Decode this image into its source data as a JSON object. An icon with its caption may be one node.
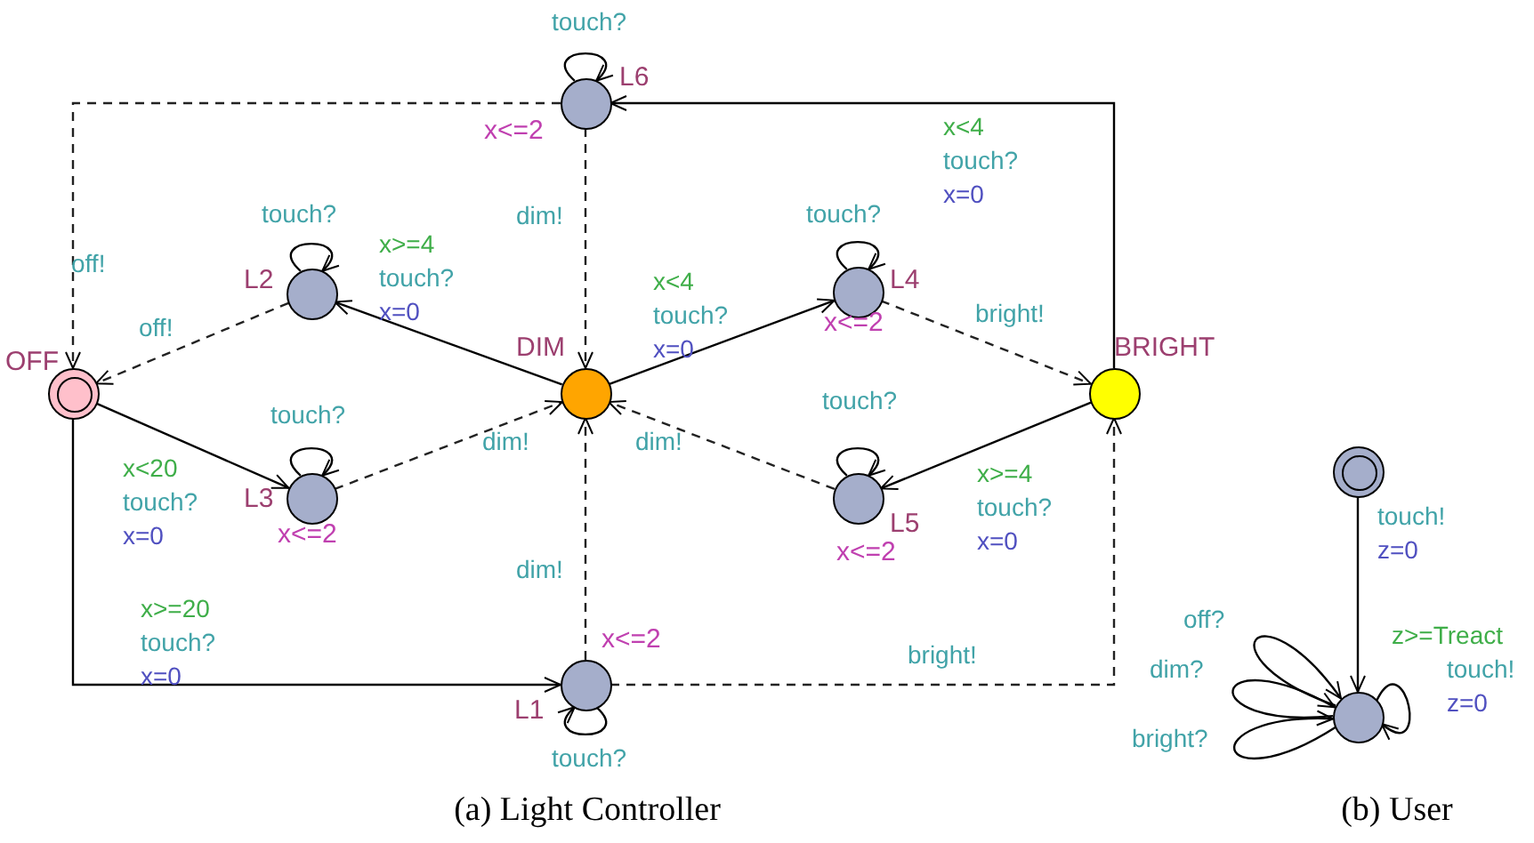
{
  "diagram": {
    "nodes": [
      {
        "text": [],
        "shape": "circle",
        "beside": [
          "L6",
          "x<=2"
        ]
      },
      {
        "text": [],
        "shape": "circle",
        "beside": [
          "L2"
        ]
      },
      {
        "text": [],
        "shape": "circle",
        "beside": [
          "L4",
          "x<=2"
        ]
      },
      {
        "text": [],
        "shape": "circle",
        "beside": [
          "OFF"
        ]
      },
      {
        "text": [],
        "shape": "circle",
        "beside": [
          "DIM"
        ]
      },
      {
        "text": [],
        "shape": "circle",
        "beside": [
          "BRIGHT"
        ]
      },
      {
        "text": [],
        "shape": "circle",
        "beside": [
          "L3",
          "x<=2"
        ]
      },
      {
        "text": [],
        "shape": "circle",
        "beside": [
          "L5",
          "x<=2"
        ]
      },
      {
        "text": [],
        "shape": "circle",
        "beside": [
          "L1",
          "x<=2"
        ]
      },
      {
        "text": [],
        "shape": "circle"
      },
      {
        "text": [],
        "shape": "circle"
      }
    ],
    "edges": [
      {
        "from": 0,
        "to": 0,
        "arrow": "to",
        "label": "touch?"
      },
      {
        "from": 0,
        "to": 3,
        "arrow": "to",
        "label": "off!",
        "style": "dashed"
      },
      {
        "from": 0,
        "to": 4,
        "arrow": "to",
        "label": "dim!",
        "style": "dashed"
      },
      {
        "from": 5,
        "to": 0,
        "arrow": "to",
        "label": "x<4 touch? x=0"
      },
      {
        "from": 1,
        "to": 1,
        "arrow": "to",
        "label": "touch?"
      },
      {
        "from": 4,
        "to": 1,
        "arrow": "to",
        "label": "x>=4 touch? x=0"
      },
      {
        "from": 1,
        "to": 3,
        "arrow": "to",
        "label": "off!",
        "style": "dashed"
      },
      {
        "from": 4,
        "to": 2,
        "arrow": "to",
        "label": "x<4 touch? x=0"
      },
      {
        "from": 2,
        "to": 2,
        "arrow": "to",
        "label": "touch?"
      },
      {
        "from": 2,
        "to": 5,
        "arrow": "to",
        "label": "bright!",
        "style": "dashed"
      },
      {
        "from": 3,
        "to": 6,
        "arrow": "to",
        "label": "x<20 touch? x=0"
      },
      {
        "from": 6,
        "to": 6,
        "arrow": "to",
        "label": "touch?"
      },
      {
        "from": 6,
        "to": 4,
        "arrow": "to",
        "label": "dim!",
        "style": "dashed"
      },
      {
        "from": 7,
        "to": 4,
        "arrow": "to",
        "label": "dim!",
        "style": "dashed"
      },
      {
        "from": 7,
        "to": 7,
        "arrow": "to",
        "label": "touch?"
      },
      {
        "from": 5,
        "to": 7,
        "arrow": "to",
        "label": "x>=4 touch? x=0"
      },
      {
        "from": 3,
        "to": 8,
        "arrow": "to",
        "label": "x>=20 touch? x=0"
      },
      {
        "from": 8,
        "to": 4,
        "arrow": "to",
        "label": "dim!",
        "style": "dashed"
      },
      {
        "from": 8,
        "to": 8,
        "arrow": "to",
        "label": "touch?"
      },
      {
        "from": 8,
        "to": 5,
        "arrow": "to",
        "label": "bright!",
        "style": "dashed"
      },
      {
        "from": 9,
        "to": 10,
        "arrow": "to",
        "label": "touch! z=0"
      },
      {
        "from": 10,
        "to": 10,
        "arrow": "to",
        "label": "off?"
      },
      {
        "from": 10,
        "to": 10,
        "arrow": "to",
        "label": "dim?"
      },
      {
        "from": 10,
        "to": 10,
        "arrow": "to",
        "label": "bright?"
      },
      {
        "from": 10,
        "to": 10,
        "arrow": "to",
        "label": "z>=Treact touch! z=0"
      }
    ],
    "labels": [
      "(a) Light Controller",
      "(b) User"
    ]
  }
}
